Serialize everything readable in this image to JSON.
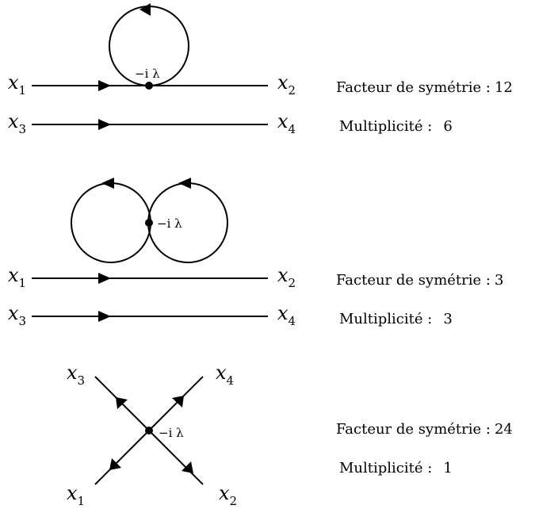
{
  "caption_labels": {
    "symmetry": "Facteur de symétrie :",
    "multiplicity": "Multiplicité :"
  },
  "coupling": "−i λ",
  "external_points": {
    "x": "x",
    "i1": "1",
    "i2": "2",
    "i3": "3",
    "i4": "4"
  },
  "diagrams": [
    {
      "symmetry_factor": "12",
      "multiplicity": "6"
    },
    {
      "symmetry_factor": "3",
      "multiplicity": "3"
    },
    {
      "symmetry_factor": "24",
      "multiplicity": "1"
    }
  ]
}
